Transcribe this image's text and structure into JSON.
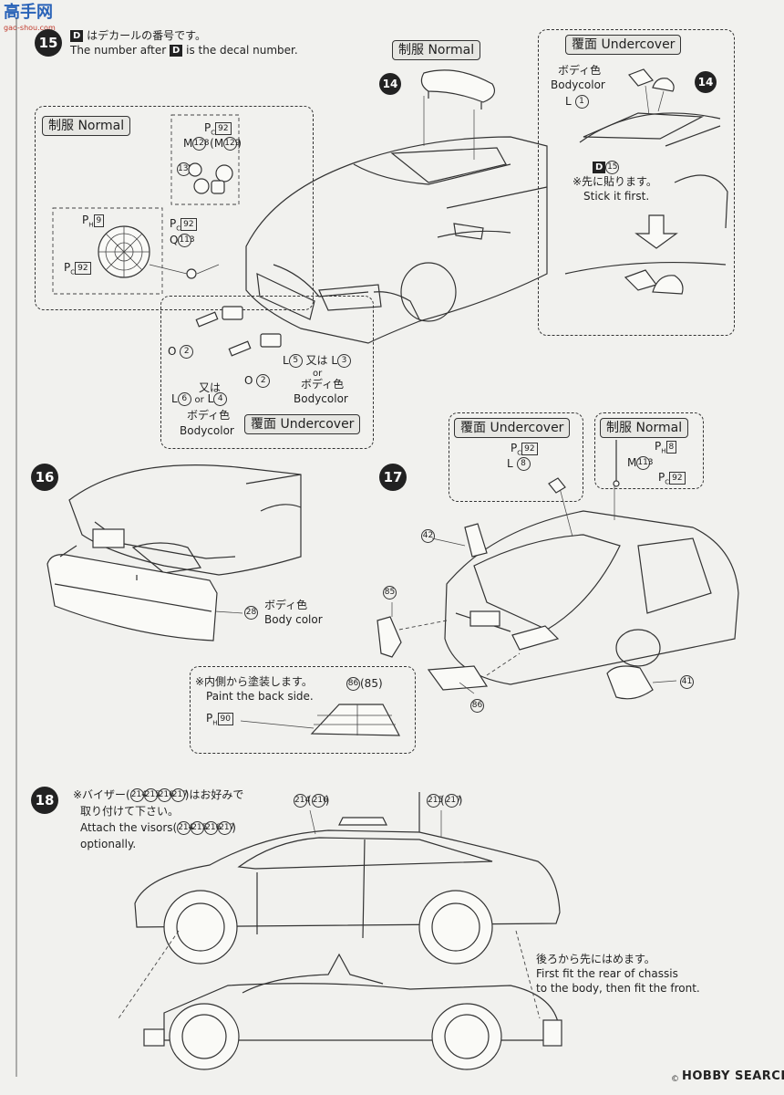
{
  "watermark": {
    "top": "高手网",
    "bottom": "gao-shou.com"
  },
  "step15": {
    "number": "15",
    "note_jp_a": "はデカールの番号です。",
    "note_en_a": "The number after",
    "note_en_b": "is the decal number.",
    "d": "D",
    "normal_tag": "制服 Normal",
    "normal_tag_top": "制服 Normal",
    "undercover_tag_top": "覆面 Undercover",
    "undercover_tag_bottom": "覆面 Undercover",
    "ref14": "14",
    "pc92": "92",
    "m128": "128",
    "m129": "129",
    "p135": "135",
    "ph9": "9",
    "q113": "113",
    "o2": "2",
    "l5": "5",
    "l3": "3",
    "l6": "6",
    "l4": "4",
    "l1": "1",
    "d15": "15",
    "matawa": "又は",
    "or": "or",
    "bodyiro": "ボディ色",
    "bodycolor": "Bodycolor",
    "bodycolor2": "Bodycolor",
    "saki_jp": "※先に貼ります。",
    "saki_en": "Stick it first.",
    "bodyiro_top": "ボディ色",
    "bodycolor_top": "Bodycolor"
  },
  "step16": {
    "number": "16",
    "part": "28",
    "bodyiro": "ボディ色",
    "bodycolor": "Body color"
  },
  "step17": {
    "number": "17",
    "undercover_tag": "覆面 Undercover",
    "normal_tag": "制服 Normal",
    "pc92": "92",
    "l8": "8",
    "ph8": "8",
    "m113": "113",
    "p42": "42",
    "p85": "85",
    "p86": "86",
    "p41": "41",
    "inside_jp": "※内側から塗装します。",
    "inside_en": "Paint the back side.",
    "inside_parts": "(85)",
    "ph90": "90"
  },
  "step18": {
    "number": "18",
    "visor_jp_a": "※バイザー(",
    "visor_jp_b": ")はお好みで",
    "visor_jp_c": "取り付けて下さい。",
    "visor_en_a": "Attach the visors(",
    "visor_en_b": ")",
    "visor_en_c": "optionally.",
    "v214": "214",
    "v215": "215",
    "v216": "216",
    "v217": "217",
    "chassis_jp": "後ろから先にはめます。",
    "chassis_en1": "First fit the rear of chassis",
    "chassis_en2": "to the body, then fit the front."
  },
  "footer": {
    "brand": "HOBBY SEARCH",
    "copyright": "©"
  }
}
